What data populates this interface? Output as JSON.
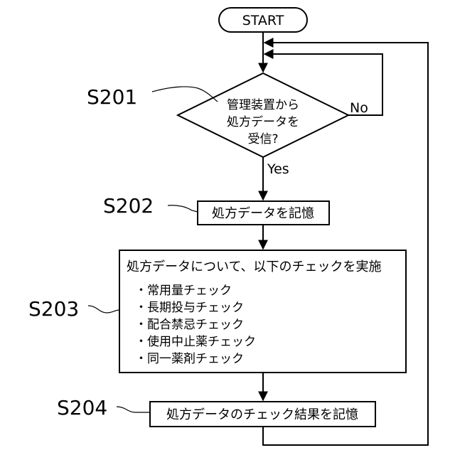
{
  "start": {
    "label": "START"
  },
  "steps": {
    "s201": {
      "id": "S201",
      "lines": [
        "管理装置から",
        "処方データを",
        "受信?"
      ]
    },
    "s202": {
      "id": "S202",
      "label": "処方データを記憶"
    },
    "s203": {
      "id": "S203",
      "heading": "処方データについて、以下のチェックを実施",
      "items": [
        "・常用量チェック",
        "・長期投与チェック",
        "・配合禁忌チェック",
        "・使用中止薬チェック",
        "・同一薬剤チェック"
      ]
    },
    "s204": {
      "id": "S204",
      "label": "処方データのチェック結果を記憶"
    }
  },
  "branches": {
    "yes": "Yes",
    "no": "No"
  }
}
